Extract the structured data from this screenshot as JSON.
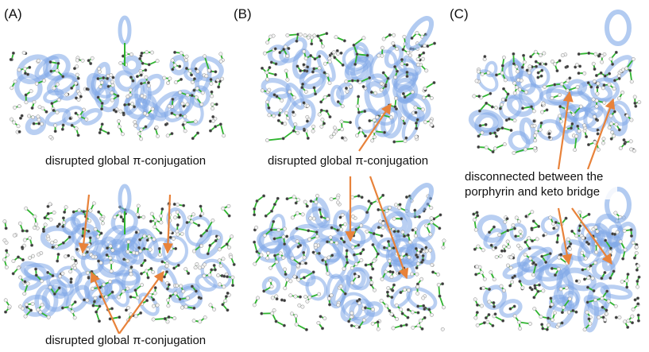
{
  "panels": [
    {
      "label": "(A)"
    },
    {
      "label": "(B)"
    },
    {
      "label": "(C)"
    }
  ],
  "captions": {
    "a_top": "disrupted global π-conjugation",
    "a_bottom": "disrupted global π-conjugation",
    "b_mid": "disrupted global π-conjugation",
    "c_mid": "disconnected between the porphyrin and keto bridge"
  },
  "colors": {
    "bond": "#2fb52f",
    "hydrogen": "#d9d9d9",
    "isosurface": "#7fa8e8",
    "arrow": "#e8823a",
    "metal": "#c9a05a"
  }
}
